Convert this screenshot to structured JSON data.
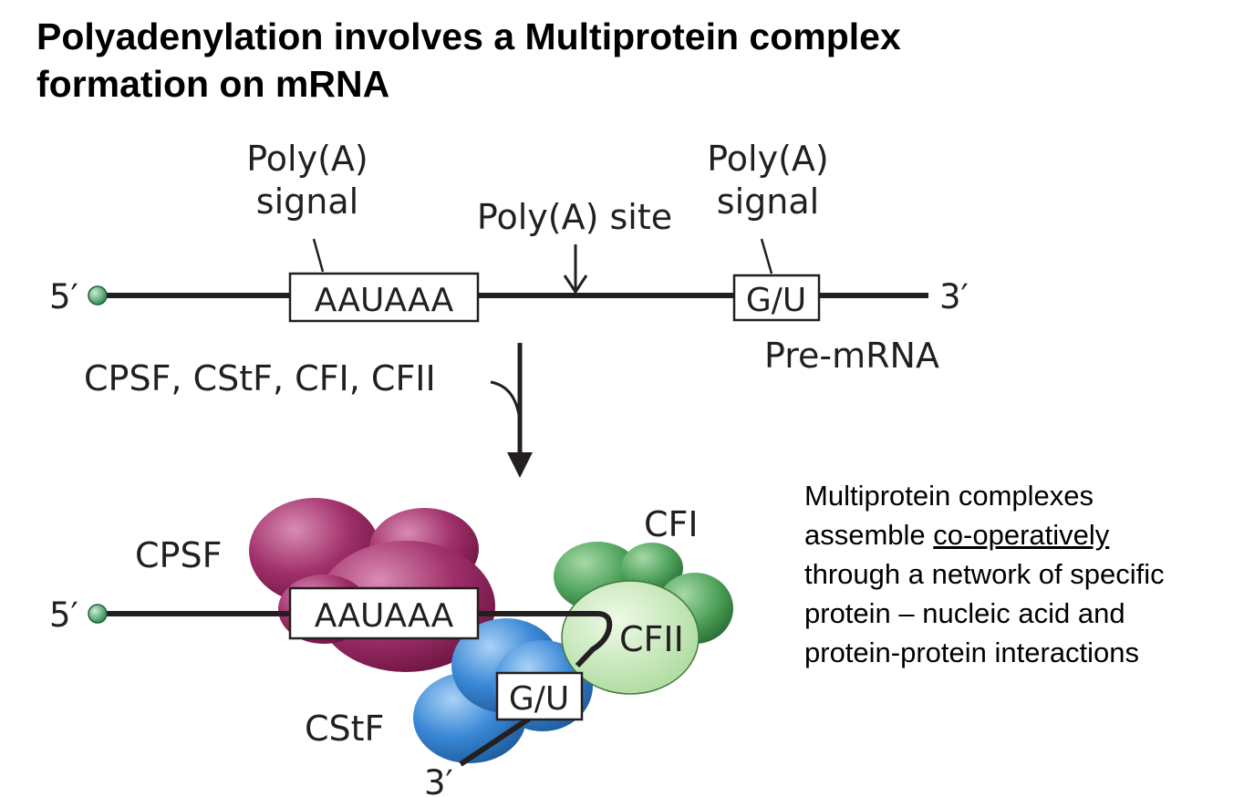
{
  "title": {
    "line1": "Polyadenylation involves a Multiprotein complex",
    "line2": "formation on mRNA"
  },
  "top_diagram": {
    "polyA_signal_left": {
      "line1": "Poly(A)",
      "line2": "signal"
    },
    "polyA_signal_right": {
      "line1": "Poly(A)",
      "line2": "signal"
    },
    "polyA_site": "Poly(A) site",
    "five_prime": "5′",
    "three_prime": "3′",
    "aauaaa": "AAUAAA",
    "gu": "G/U",
    "pre_mrna": "Pre-mRNA"
  },
  "factors_label": "CPSF, CStF, CFI, CFII",
  "bottom_diagram": {
    "cpsf": "CPSF",
    "cfi": "CFI",
    "cfii": "CFII",
    "cstf": "CStF",
    "five_prime": "5′",
    "three_prime": "3′",
    "aauaaa": "AAUAAA",
    "gu": "G/U"
  },
  "caption": {
    "line1": "Multiprotein complexes",
    "line2_pre": "assemble ",
    "line2_underlined": "co-operatively",
    "line3": "through a network of specific",
    "line4": "protein – nucleic acid and",
    "line5": "protein-protein interactions"
  },
  "colors": {
    "cpsf": "#a0306a",
    "cfi": "#4ea25a",
    "cfii": "#c9e9b6",
    "cstf": "#3a88d6",
    "cap": "#5fae7a"
  }
}
